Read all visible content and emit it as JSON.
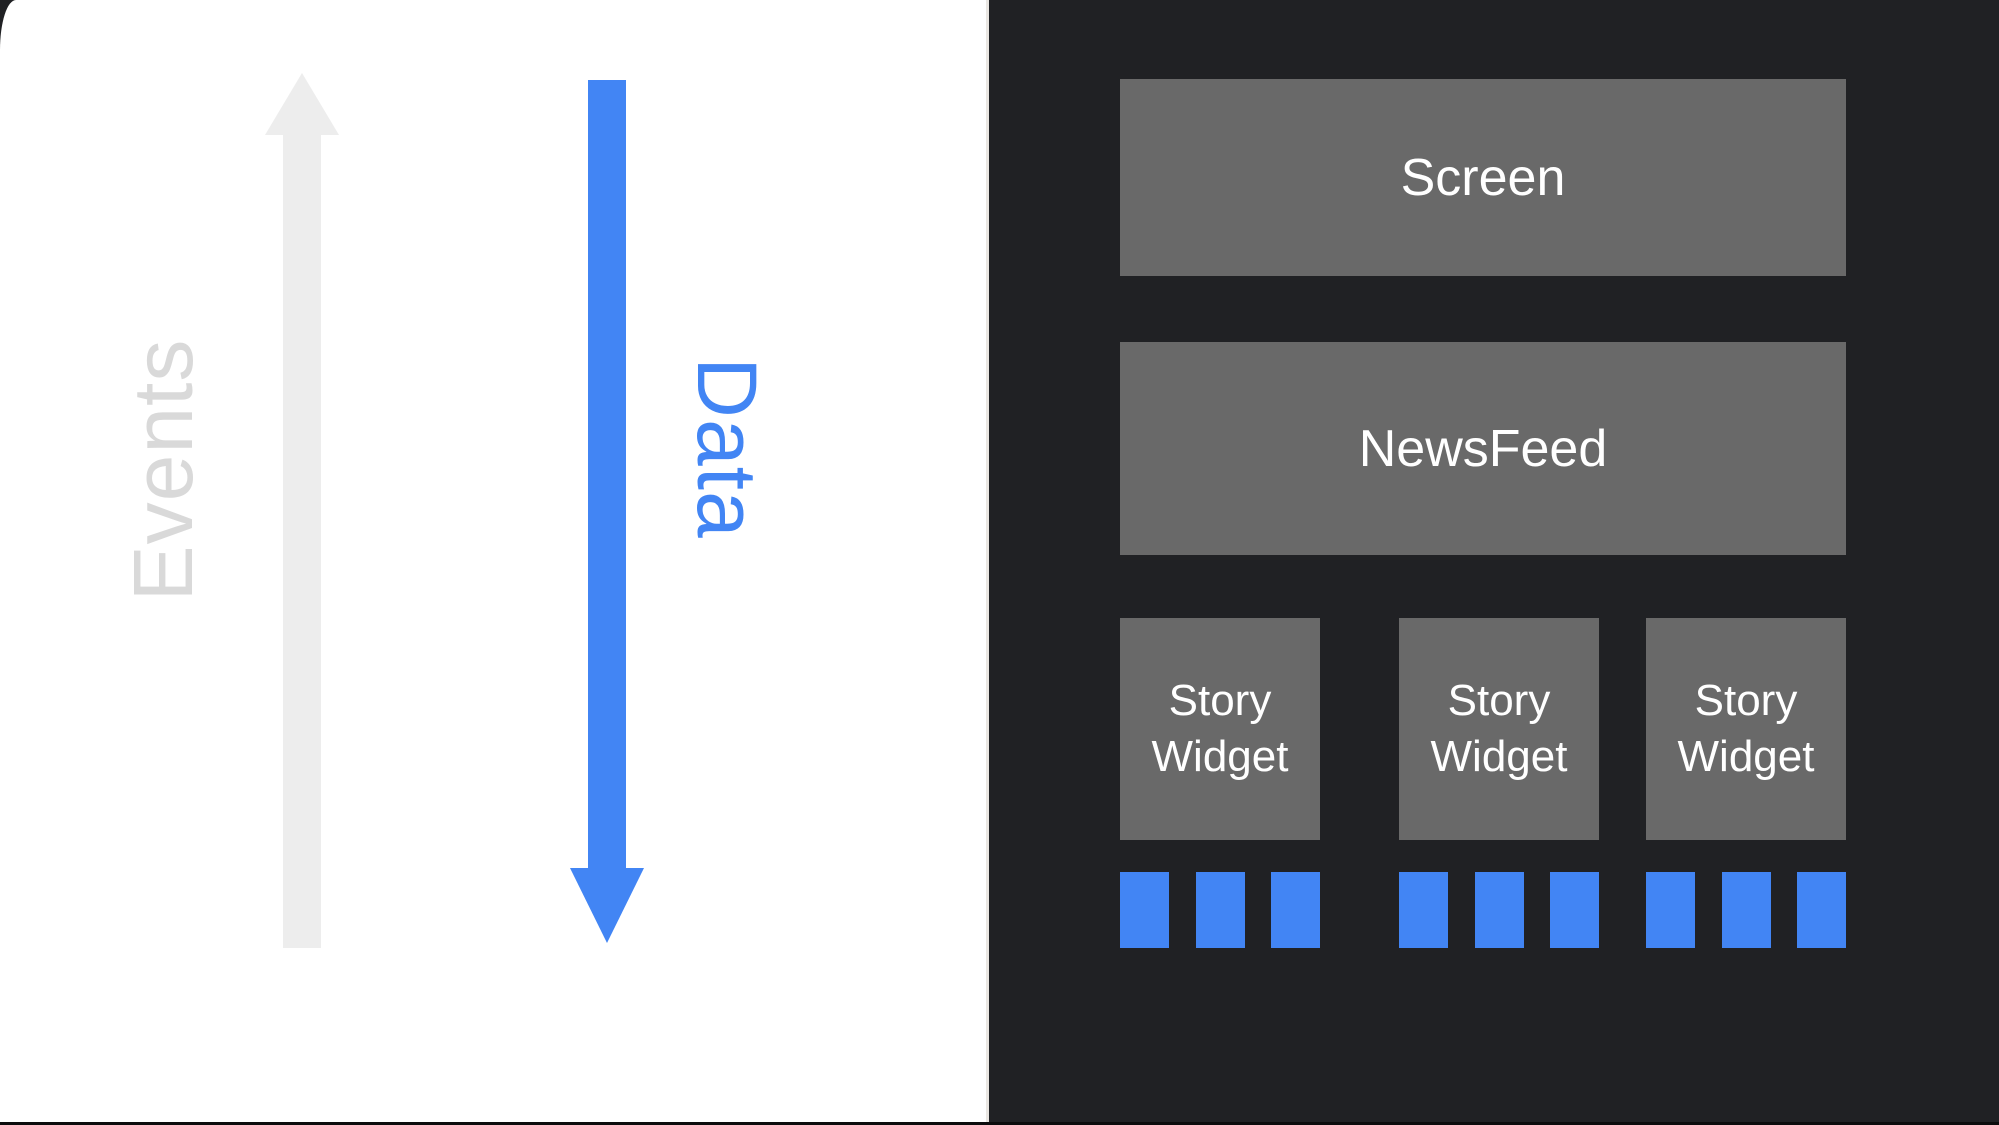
{
  "colors": {
    "page-bg": "#ffffff",
    "panel-bg": "#202124",
    "box-gray": "#696969",
    "accent-blue": "#4285f4",
    "arrow-gray": "#ededed",
    "events-text": "#d9d9d9",
    "box-text": "#ffffff"
  },
  "flows": {
    "events_label": "Events",
    "events_direction": "up",
    "data_label": "Data",
    "data_direction": "down"
  },
  "widget_tree": {
    "screen_label": "Screen",
    "newsfeed_label": "NewsFeed",
    "story_widgets": [
      {
        "label": "Story Widget",
        "data_item_count": 3
      },
      {
        "label": "Story Widget",
        "data_item_count": 3
      },
      {
        "label": "Story Widget",
        "data_item_count": 3
      }
    ]
  }
}
